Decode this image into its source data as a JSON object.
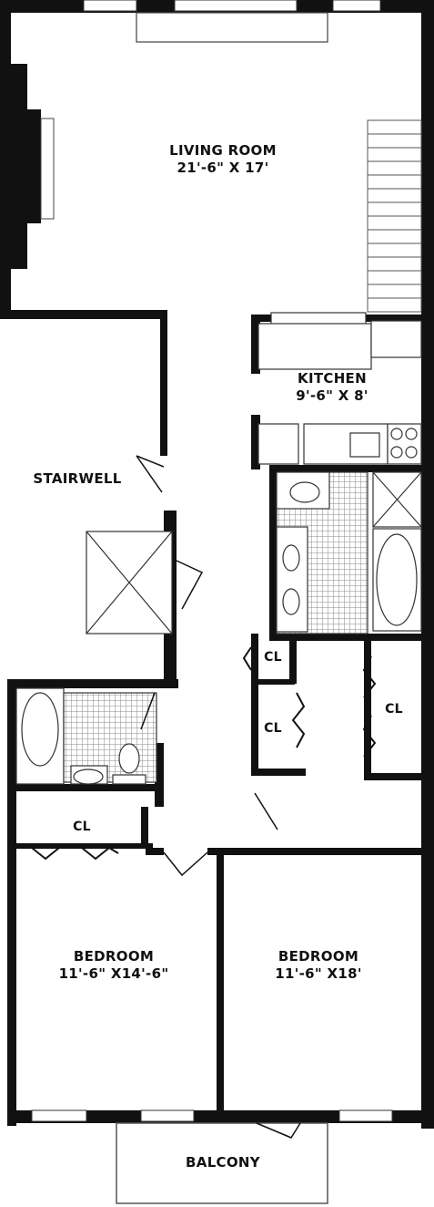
{
  "rooms": {
    "living_room": {
      "name": "LIVING ROOM",
      "size": "21'-6\" X 17'"
    },
    "kitchen": {
      "name": "KITCHEN",
      "size": "9'-6\" X 8'"
    },
    "stairwell": {
      "name": "STAIRWELL"
    },
    "bedroom_left": {
      "name": "BEDROOM",
      "size": "11'-6\" X14'-6\""
    },
    "bedroom_right": {
      "name": "BEDROOM",
      "size": "11'-6\" X18'"
    },
    "balcony": {
      "name": "BALCONY"
    }
  },
  "closets": {
    "upper_left": "CL",
    "middle_left": "CL",
    "right": "CL",
    "bedroom": "CL"
  },
  "colors": {
    "wall": "#111111",
    "fixture_fill": "#f2f2f2",
    "tile": "#777777"
  }
}
